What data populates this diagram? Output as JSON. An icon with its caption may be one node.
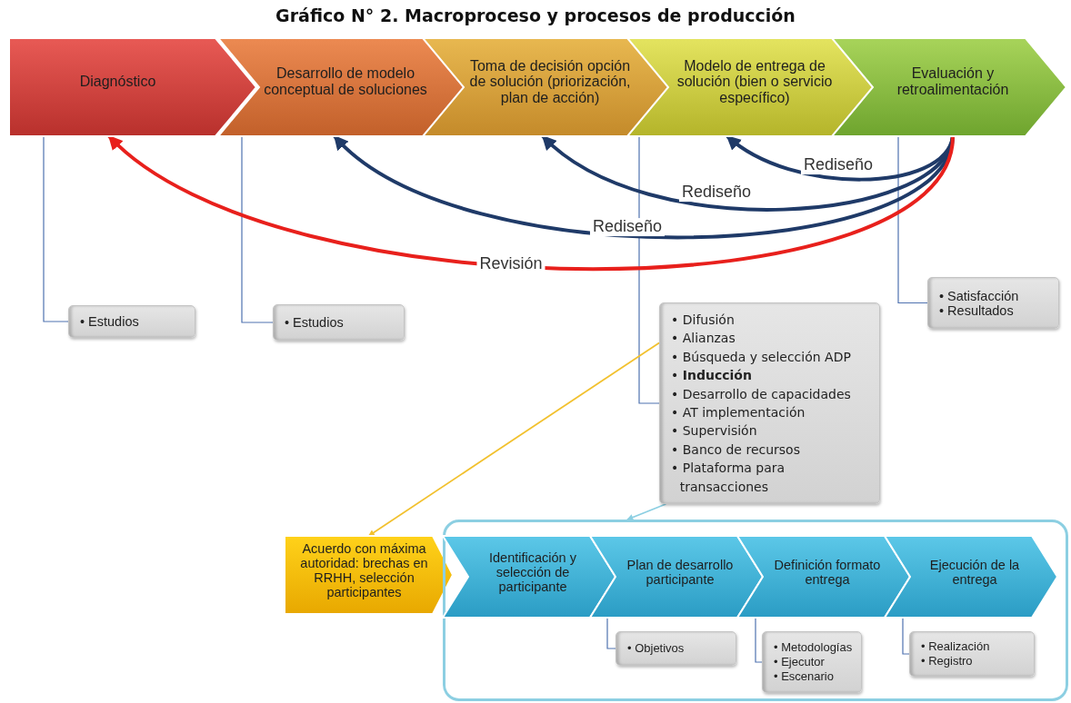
{
  "diagram": {
    "title": "Gráfico N° 2. Macroproceso y procesos de producción",
    "nodes": [
      {
        "text": [
          "Diagnóstico"
        ]
      },
      {
        "text": [
          "Desarrollo de modelo conceptual de soluciones"
        ]
      },
      {
        "text": [
          "Toma de decisión opción de solución (priorización, plan de acción)"
        ]
      },
      {
        "text": [
          "Modelo de entrega de solución (bien o servicio específico)"
        ]
      },
      {
        "text": [
          "Evaluación y retroalimentación"
        ]
      },
      {
        "text": [
          "• Estudios"
        ]
      },
      {
        "text": [
          "• Estudios"
        ]
      },
      {
        "text": [
          "• Difusión",
          "• Alianzas",
          "• Búsqueda y selección ADP",
          "• **Inducción**",
          "• Desarrollo de capacidades",
          "• AT implementación",
          "• Supervisión",
          "• Banco de recursos",
          "• Plataforma para transacciones"
        ]
      },
      {
        "text": [
          "• Satisfacción",
          "• Resultados"
        ]
      },
      {
        "text": [
          "Acuerdo con máxima autoridad: brechas en RRHH, selección participantes"
        ]
      },
      {
        "text": [],
        "shape": "box"
      },
      {
        "text": [
          "Identificación y selección de participante"
        ],
        "in": 10
      },
      {
        "text": [
          "Plan de desarrollo participante"
        ],
        "in": 10
      },
      {
        "text": [
          "Definición formato entrega"
        ],
        "in": 10
      },
      {
        "text": [
          "Ejecución de la entrega"
        ],
        "in": 10
      },
      {
        "text": [
          "• Objetivos"
        ],
        "in": 10
      },
      {
        "text": [
          "• Metodologías",
          "• Ejecutor",
          "• Escenario"
        ],
        "in": 10
      },
      {
        "text": [
          "• Realización",
          "• Registro"
        ],
        "in": 10
      }
    ],
    "edges": [
      {
        "from": 0,
        "to": 5,
        "arrow": "none"
      },
      {
        "from": 1,
        "to": 6,
        "arrow": "none"
      },
      {
        "from": 3,
        "to": 7,
        "arrow": "none"
      },
      {
        "from": 4,
        "to": 8,
        "arrow": "none"
      },
      {
        "from": 4,
        "to": 3,
        "arrow": "to",
        "label": "Rediseño",
        "style": "thick",
        "color": "#1f3a68"
      },
      {
        "from": 4,
        "to": 2,
        "arrow": "to",
        "label": "Rediseño",
        "style": "thick",
        "color": "#1f3a68"
      },
      {
        "from": 4,
        "to": 1,
        "arrow": "to",
        "label": "Rediseño",
        "style": "thick",
        "color": "#1f3a68"
      },
      {
        "from": 4,
        "to": 0,
        "arrow": "to",
        "label": "Revisión",
        "style": "thick",
        "color": "#e8201c"
      },
      {
        "from": 7,
        "to": 9,
        "arrow": "to",
        "color": "#f2c12e"
      },
      {
        "from": 7,
        "to": 10,
        "arrow": "to",
        "color": "#8ccfe2"
      },
      {
        "from": 12,
        "to": 15,
        "arrow": "none"
      },
      {
        "from": 13,
        "to": 16,
        "arrow": "none"
      },
      {
        "from": 14,
        "to": 17,
        "arrow": "none"
      }
    ]
  }
}
